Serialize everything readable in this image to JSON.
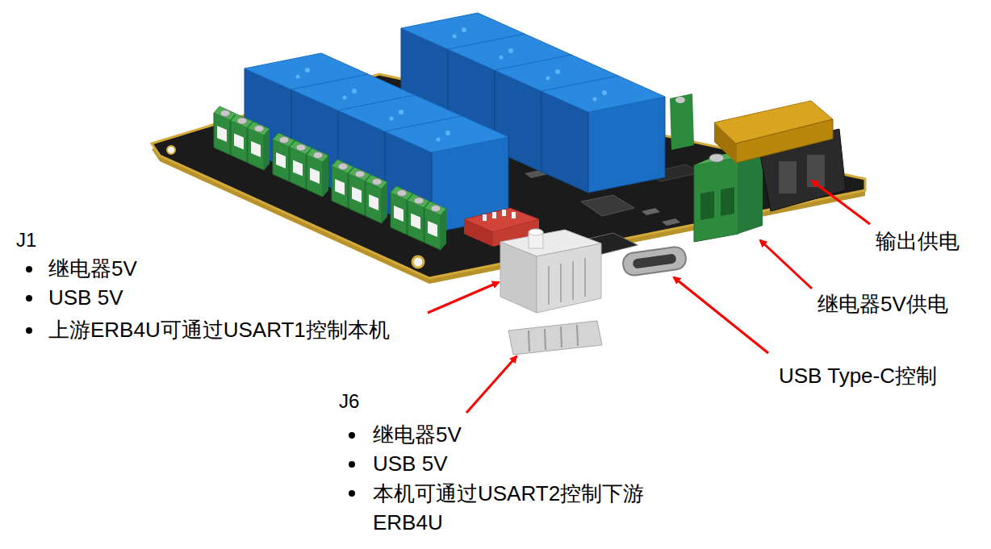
{
  "diagram": {
    "labels": [
      "J1",
      "继电器5V",
      "USB 5V",
      "上游ERB4U可通过USART1控制本机",
      "输出供电",
      "继电器5V供电",
      "USB Type-C控制",
      "J6",
      "继电器5V",
      "USB 5V",
      "本机可通过USART2控制下游 ERB4U"
    ]
  }
}
